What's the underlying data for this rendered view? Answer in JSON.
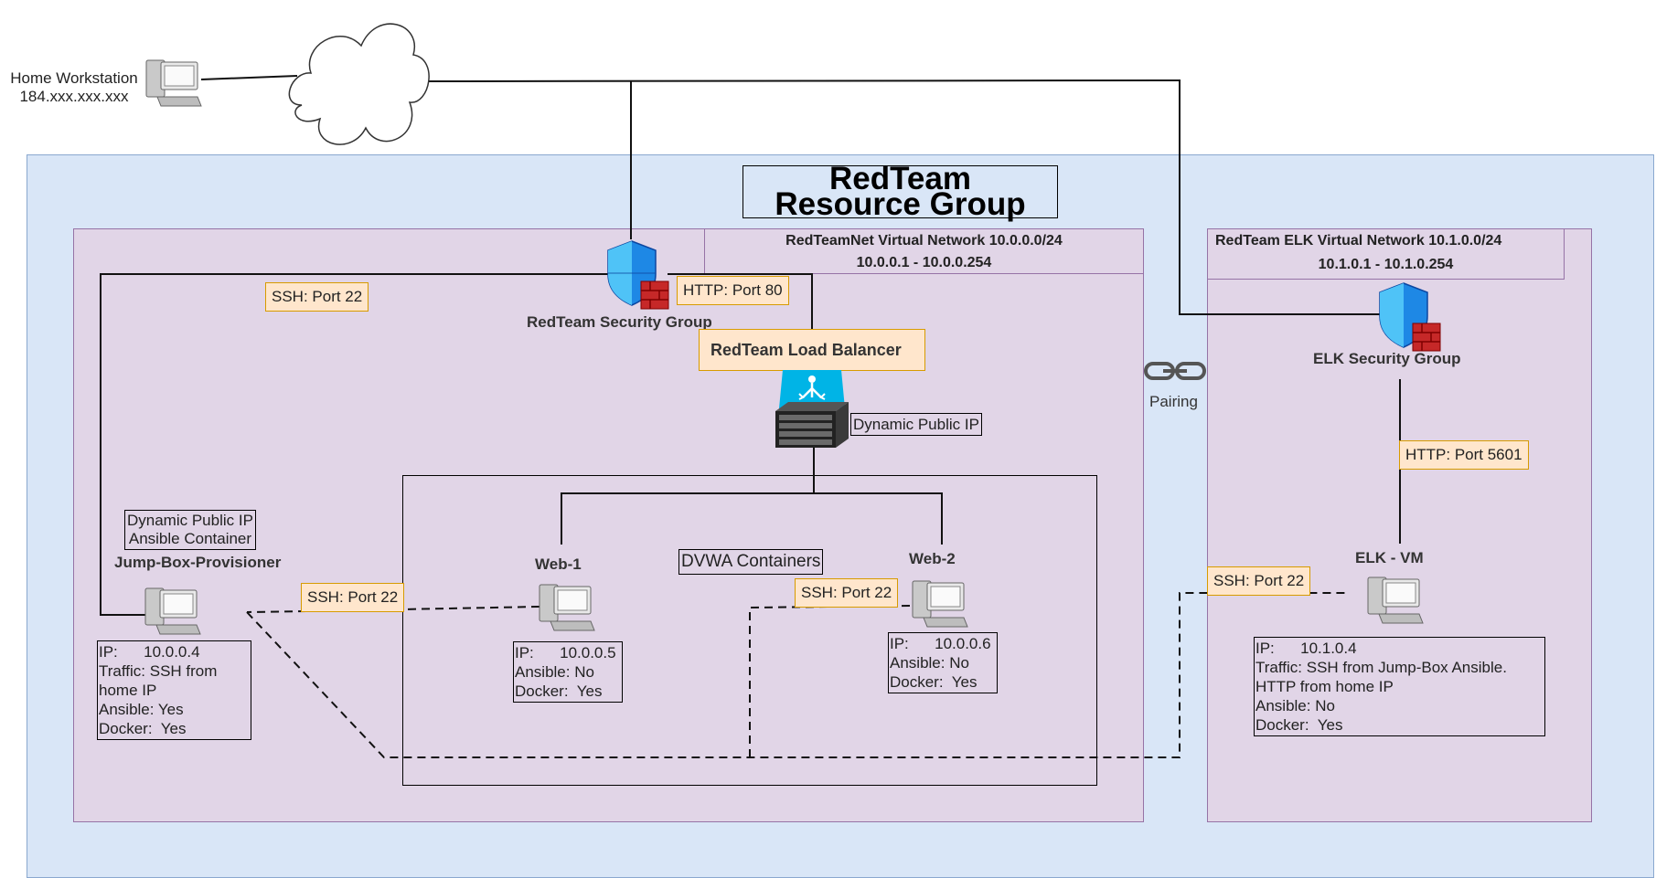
{
  "home": {
    "label": "Home Workstation",
    "ip": "184.xxx.xxx.xxx"
  },
  "resource_group": {
    "title_line1": "RedTeam",
    "title_line2": "Resource Group"
  },
  "redteam_vnet": {
    "title": "RedTeamNet Virtual Network 10.0.0.0/24",
    "range": "10.0.0.1 - 10.0.0.254"
  },
  "elk_vnet": {
    "title": "RedTeam ELK Virtual Network 10.1.0.0/24",
    "range": "10.1.0.1 - 10.1.0.254"
  },
  "security_group": "RedTeam Security Group",
  "elk_security_group": "ELK Security Group",
  "load_balancer": "RedTeam Load Balancer",
  "lb_public_ip": "Dynamic Public IP",
  "pairing": "Pairing",
  "dvwa_label": "DVWA Containers",
  "ports": {
    "ssh_top": "SSH: Port 22",
    "http_80": "HTTP: Port 80",
    "http_5601": "HTTP: Port 5601",
    "ssh_jump": "SSH: Port 22",
    "ssh_web2": "SSH: Port 22",
    "ssh_elk": "SSH: Port 22"
  },
  "jumpbox": {
    "name": "Jump-Box-Provisioner",
    "tag_line1": "Dynamic Public IP",
    "tag_line2": "Ansible Container",
    "info": [
      "IP:      10.0.0.4",
      "Traffic: SSH from",
      "home IP",
      "Ansible: Yes",
      "Docker:  Yes"
    ]
  },
  "web1": {
    "name": "Web-1",
    "info": [
      "IP:      10.0.0.5",
      "Ansible: No",
      "Docker:  Yes"
    ]
  },
  "web2": {
    "name": "Web-2",
    "info": [
      "IP:      10.0.0.6",
      "Ansible: No",
      "Docker:  Yes"
    ]
  },
  "elkvm": {
    "name": "ELK - VM",
    "info": [
      "IP:      10.1.0.4",
      "Traffic: SSH from Jump-Box Ansible.",
      "HTTP from home IP",
      "Ansible: No",
      "Docker:  Yes"
    ]
  },
  "colors": {
    "resource_group_fill": "#d9e6f7",
    "vnet_fill": "#e1d5e7",
    "port_fill": "#ffe6cc",
    "port_border": "#d79b00"
  }
}
